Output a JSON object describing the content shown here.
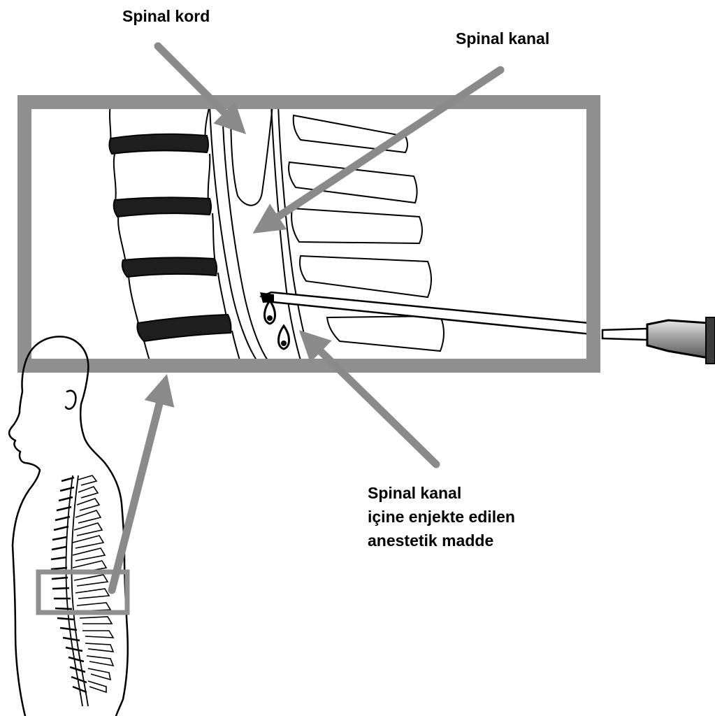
{
  "labels": {
    "spinal_cord": "Spinal kord",
    "spinal_canal": "Spinal kanal",
    "injection": {
      "line1": "Spinal kanal",
      "line2": "içine enjekte edilen",
      "line3": "anestetik madde"
    }
  },
  "colors": {
    "arrow": "#8a8a8a",
    "frame": "#8f8f8f",
    "outline": "#000000",
    "disc": "#1e1e1e",
    "background": "#ffffff"
  }
}
